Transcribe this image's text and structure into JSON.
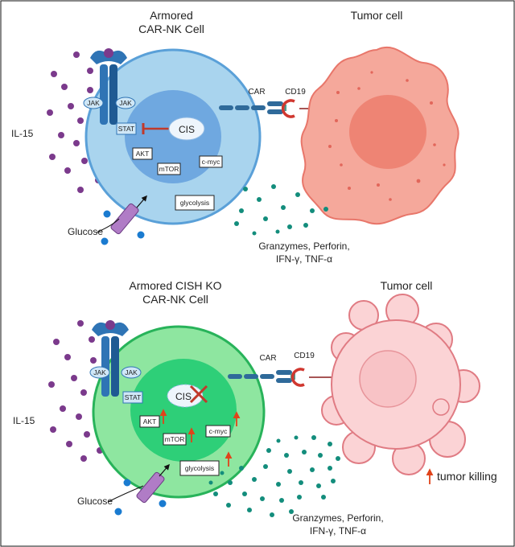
{
  "top": {
    "cell_title_line1": "Armored",
    "cell_title_line2": "CAR-NK Cell",
    "tumor_title": "Tumor cell",
    "car_label": "CAR",
    "cd19_label": "CD19",
    "il15_label": "IL-15",
    "jak_left": "JAK",
    "jak_right": "JAK",
    "stat_label": "STAT",
    "cis_label": "CIS",
    "akt_label": "AKT",
    "mtor_label": "mTOR",
    "cmyc_label": "c-myc",
    "glycolysis_label": "glycolysis",
    "glucose_label": "Glucose",
    "effectors_line1": "Granzymes, Perforin,",
    "effectors_line2": "IFN-γ, TNF-α"
  },
  "bottom": {
    "cell_title_line1": "Armored CISH KO",
    "cell_title_line2": "CAR-NK Cell",
    "tumor_title": "Tumor cell",
    "car_label": "CAR",
    "cd19_label": "CD19",
    "il15_label": "IL-15",
    "jak_left": "JAK",
    "jak_right": "JAK",
    "stat_label": "STAT",
    "cis_label": "CIS",
    "akt_label": "AKT",
    "mtor_label": "mTOR",
    "cmyc_label": "c-myc",
    "glycolysis_label": "glycolysis",
    "glucose_label": "Glucose",
    "effectors_line1": "Granzymes, Perforin,",
    "effectors_line2": "IFN-γ, TNF-α",
    "tumor_killing_label": "tumor killing"
  },
  "colors": {
    "nk_outer_top": "#a9d4ee",
    "nk_inner_top": "#6fa8e0",
    "nk_outer_bottom": "#8ee6a0",
    "nk_inner_bottom": "#2ecf78",
    "tumor_top": "#f5a89b",
    "tumor_bottom": "#fbd3d5",
    "il15_dot": "#7b3a8c",
    "glucose_dot": "#1a7bd0",
    "effector_dot": "#138d7c",
    "up_arrow": "#e0431a",
    "inhibit": "#c0392b"
  }
}
